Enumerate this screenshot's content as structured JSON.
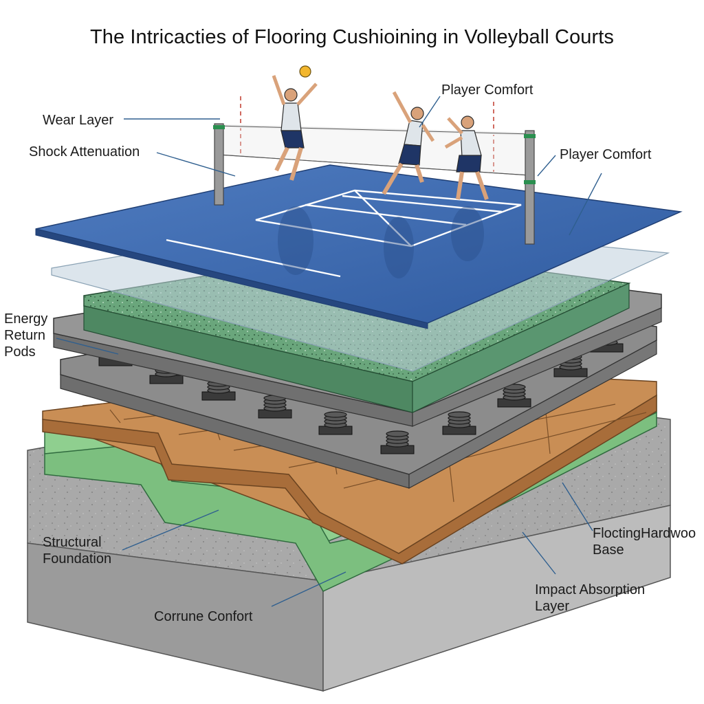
{
  "title": "The Intricacties of Flooring Cushioining in Volleyball Courts",
  "labels": {
    "wear_layer": "Wear Layer",
    "shock_attenuation": "Shock Attenuation",
    "player_comfort_top": "Player Comfort",
    "player_comfort_right": "Player Comfort",
    "energy_return_pods": "Energy\nReturn\nPods",
    "structural_foundation": "Structural\nFoundation",
    "floating_hardwood_base": "FloctingHardwoo\nBase",
    "impact_absorption_layer": "Impact Absorption\nLayer",
    "corrune_confort": "Corrune Confort"
  },
  "colors": {
    "court": "#3d68ae",
    "court_lines": "#ffffff",
    "clear_film": "#bfd0dc",
    "foam": "#5e9a72",
    "grey_board": "#8c8c8c",
    "hardwood": "#c98e55",
    "green_membrane": "#8fcf8f",
    "concrete": "#a7a7a7",
    "leader_line": "#2f5f8f",
    "ball": "#f2b62d"
  }
}
